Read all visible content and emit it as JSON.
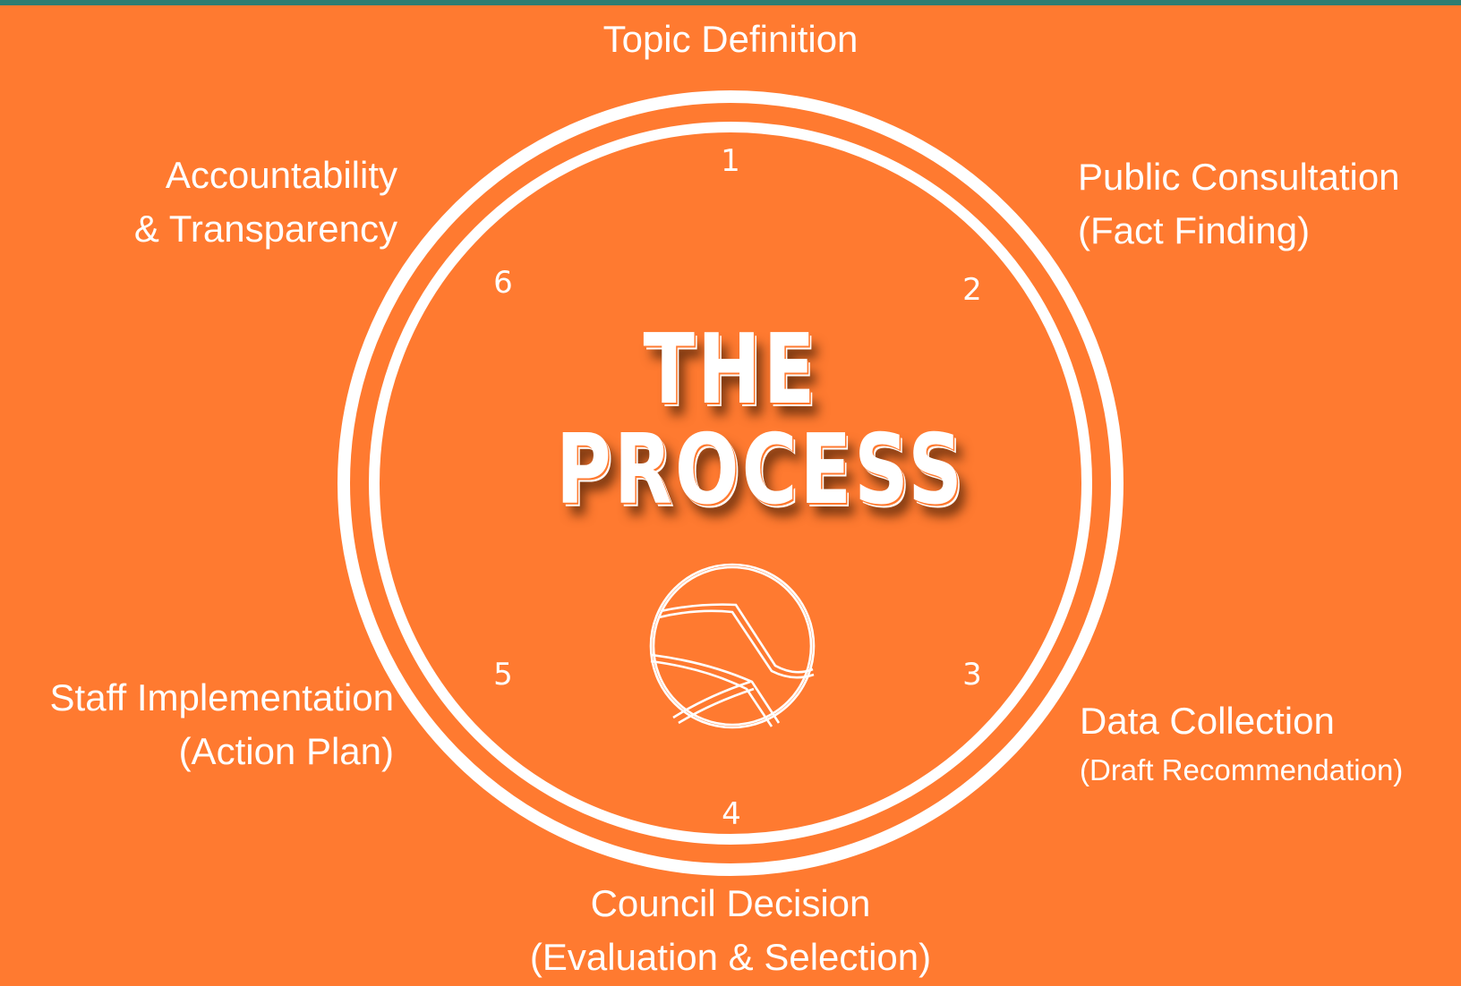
{
  "diagram": {
    "title_line1": "THE",
    "title_line2": "PROCESS",
    "steps": [
      {
        "number": "1",
        "label_lines": [
          "Topic Definition"
        ]
      },
      {
        "number": "2",
        "label_lines": [
          "Public Consultation",
          "(Fact Finding)"
        ]
      },
      {
        "number": "3",
        "label_lines": [
          "Data Collection",
          "(Draft Recommendation)"
        ]
      },
      {
        "number": "4",
        "label_lines": [
          "Council Decision",
          "(Evaluation & Selection)"
        ]
      },
      {
        "number": "5",
        "label_lines": [
          "Staff Implementation",
          "(Action Plan)"
        ]
      },
      {
        "number": "6",
        "label_lines": [
          "Accountability",
          "& Transparency"
        ]
      }
    ],
    "icon": "globe-icon"
  },
  "colors": {
    "background": "#FF7A30",
    "top_border": "#2E7D72",
    "foreground": "#FFFFFF"
  }
}
